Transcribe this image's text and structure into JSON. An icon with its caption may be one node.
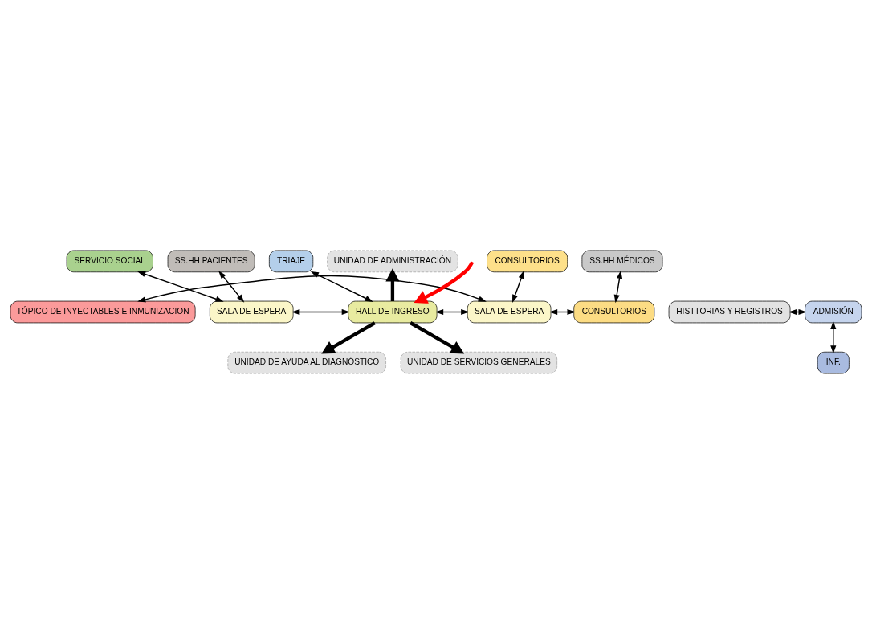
{
  "diagram": {
    "nodes": [
      {
        "text": [
          "UNIDAD DE AYUDA AL DIAGNÓSTICO"
        ]
      },
      {
        "text": [
          "UNIDAD DE SERVICIOS GENERALES"
        ]
      },
      {
        "text": [
          "UNIDAD DE ADMINISTRACIÓN"
        ]
      },
      {
        "text": [
          "SERVICIO SOCIAL"
        ]
      },
      {
        "text": [
          "SS.HH PACIENTES"
        ]
      },
      {
        "text": [
          "TRIAJE"
        ]
      },
      {
        "text": [
          "CONSULTORIOS"
        ]
      },
      {
        "text": [
          "SS.HH MÉDICOS"
        ]
      },
      {
        "text": [
          "HISTTORIAS Y REGISTROS"
        ]
      },
      {
        "text": [
          "ADMISIÓN"
        ]
      },
      {
        "text": [
          "SALA DE ESPERA"
        ]
      },
      {
        "text": [
          "HALL DE INGRESO"
        ]
      },
      {
        "text": [
          "TÓPICO DE INYECTABLES E INMUNIZACION"
        ]
      },
      {
        "text": [
          "SALA DE ESPERA"
        ]
      },
      {
        "text": [
          "CONSULTORIOS"
        ]
      },
      {
        "text": [
          "INF."
        ]
      }
    ],
    "edges": [
      {
        "from": 11,
        "to": 2,
        "arrow": "to",
        "style": "thick"
      },
      {
        "from": 11,
        "to": 0,
        "arrow": "to",
        "style": "thick"
      },
      {
        "from": 11,
        "to": 1,
        "arrow": "to",
        "style": "thick"
      },
      {
        "from": 3,
        "to": 10,
        "arrow": "both"
      },
      {
        "from": 4,
        "to": 10,
        "arrow": "both"
      },
      {
        "from": 5,
        "to": 11,
        "arrow": "both"
      },
      {
        "from": 6,
        "to": 13,
        "arrow": "both"
      },
      {
        "from": 7,
        "to": 14,
        "arrow": "both"
      },
      {
        "from": 8,
        "to": 9,
        "arrow": "both"
      },
      {
        "from": 9,
        "to": 15,
        "arrow": "both"
      },
      {
        "from": 10,
        "to": 11,
        "arrow": "both"
      },
      {
        "from": 11,
        "to": 13,
        "arrow": "both"
      },
      {
        "from": 12,
        "to": 13,
        "arrow": "both"
      },
      {
        "from": 13,
        "to": 14,
        "arrow": "both"
      },
      {
        "from": null,
        "to": 11,
        "arrow": "to",
        "style": "thick",
        "color": "#ff0000"
      }
    ]
  }
}
